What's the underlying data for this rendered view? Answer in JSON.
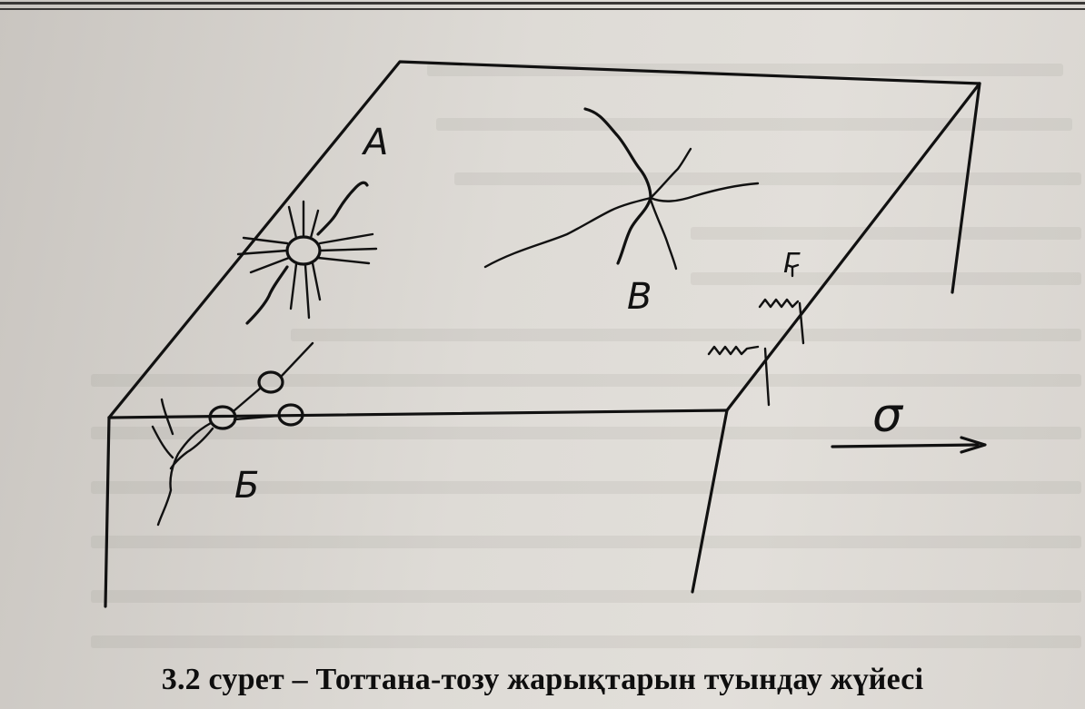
{
  "figure": {
    "labels": {
      "a": "А",
      "b": "Б",
      "v": "В",
      "g": "Г",
      "sigma": "σ"
    }
  },
  "caption": "3.2 сурет – Тоттана-тозу жарықтарын туындау жүйесі"
}
